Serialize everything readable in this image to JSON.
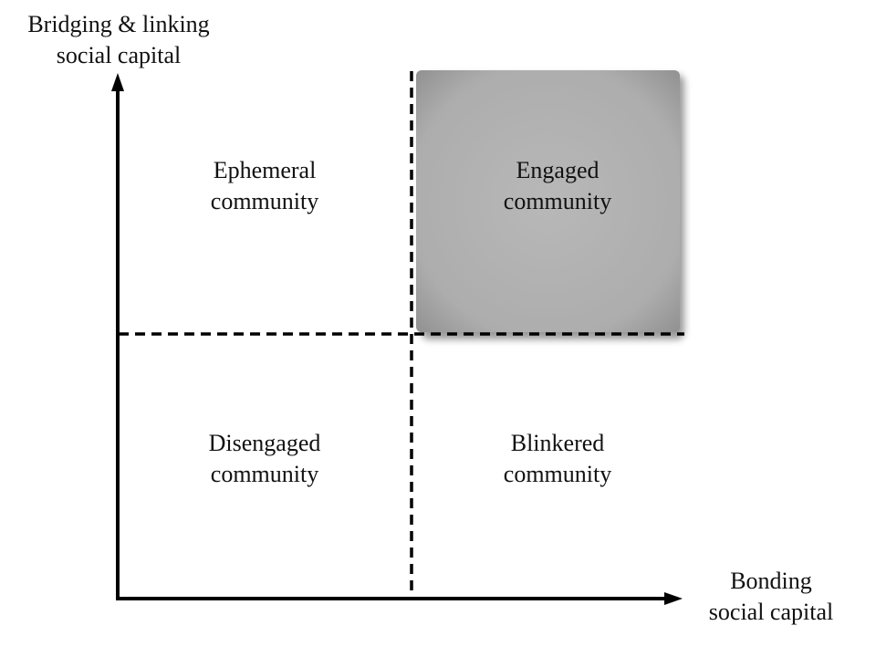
{
  "axes": {
    "y_label": [
      "Bridging & linking",
      "social capital"
    ],
    "x_label": [
      "Bonding",
      "social capital"
    ]
  },
  "quadrants": {
    "top_left": [
      "Ephemeral",
      "community"
    ],
    "top_right": [
      "Engaged",
      "community"
    ],
    "bottom_left": [
      "Disengaged",
      "community"
    ],
    "bottom_right": [
      "Blinkered",
      "community"
    ]
  },
  "colors": {
    "highlight_fill": "#b3b3b3",
    "line": "#000000"
  }
}
